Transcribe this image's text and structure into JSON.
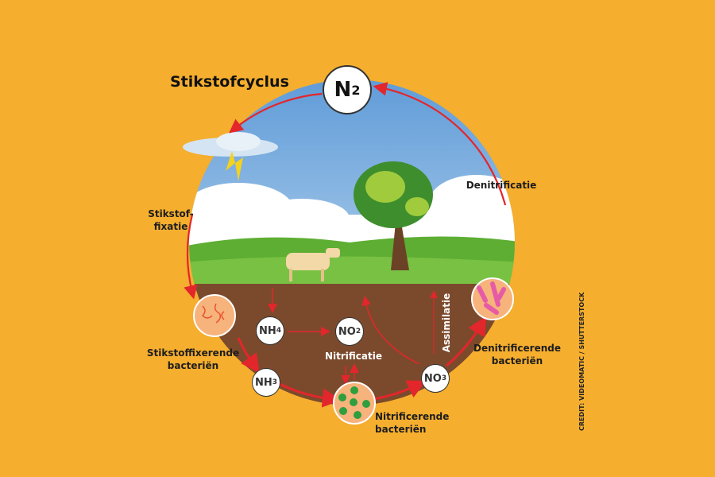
{
  "title": "Stikstofcyclus",
  "n2": {
    "main": "N",
    "sub": "2"
  },
  "labels": {
    "fixation": "Stikstof-\nfixatie",
    "fixation_l1": "Stikstof-",
    "fixation_l2": "fixatie",
    "denitrification": "Denitrificatie",
    "fixing_bacteria_l1": "Stikstoffixerende",
    "fixing_bacteria_l2": "bacteriën",
    "nitrification": "Nitrificatie",
    "assimilation": "Assimilatie",
    "denitrifying_bacteria_l1": "Denitrificerende",
    "denitrifying_bacteria_l2": "bacteriën",
    "nitrifying_bacteria": "Nitrificerende bacteriën"
  },
  "compounds": {
    "nh4": {
      "main": "NH",
      "sub": "4"
    },
    "no2": {
      "main": "NO",
      "sub": "2"
    },
    "nh3": {
      "main": "NH",
      "sub": "3"
    },
    "no3": {
      "main": "NO",
      "sub": "3"
    }
  },
  "credit": "CREDIT: VIDEOMATIC / SHUTTERSTOCK",
  "colors": {
    "background": "#F5AE2E",
    "arrow": "#E3262B",
    "soil": "#7B4A2C",
    "sky": "#6FA6DC",
    "grass": "#5DAE32"
  }
}
